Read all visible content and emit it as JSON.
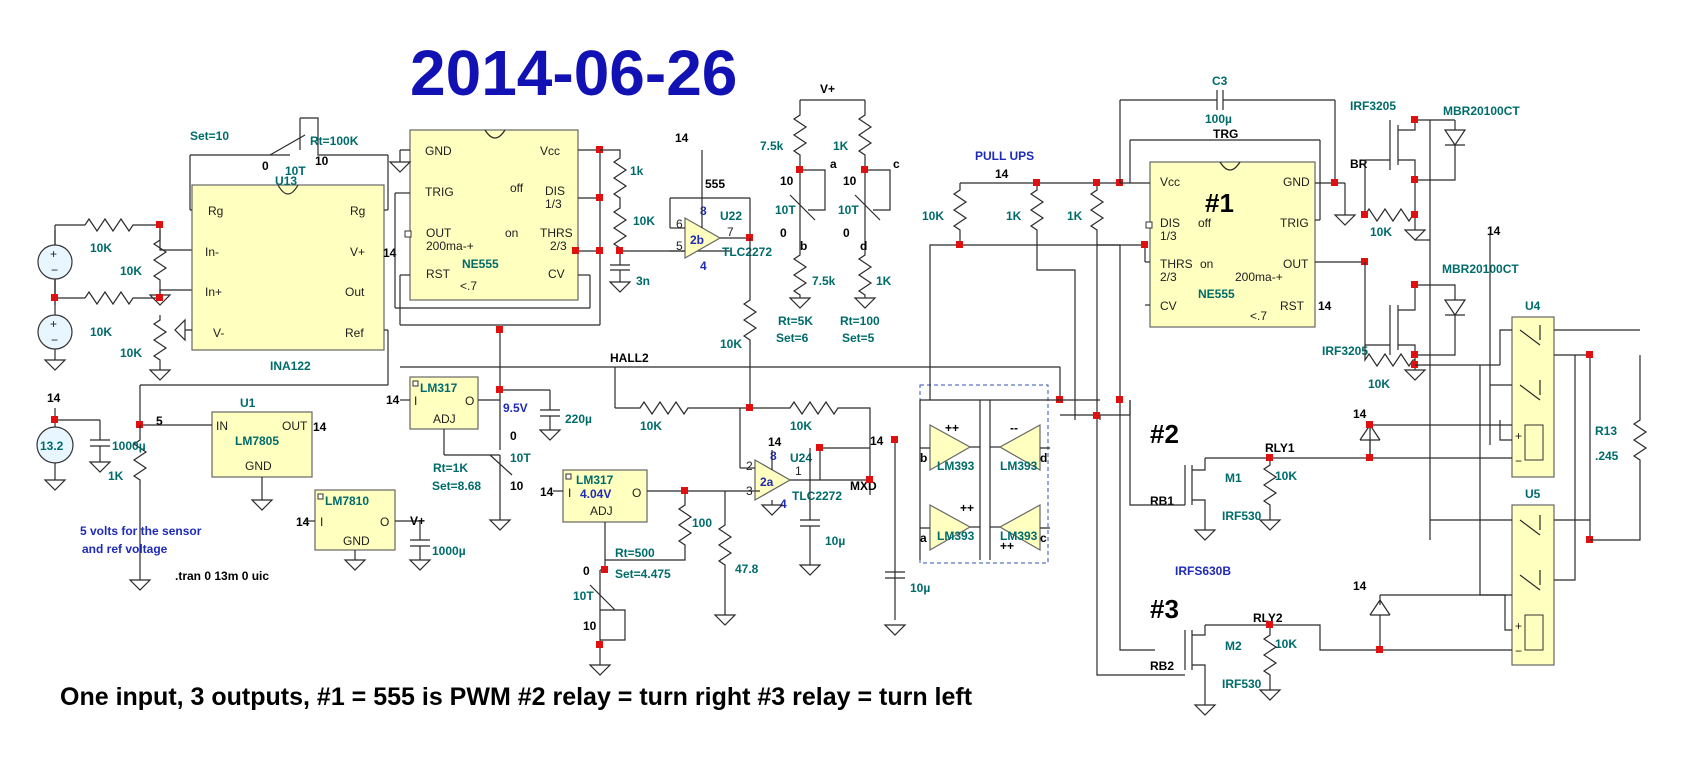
{
  "title_date": "2014-06-26",
  "footer_note": "One input, 3 outputs, #1 = 555 is PWM #2 relay = turn right  #3 relay = turn left",
  "notes": {
    "sensor_note_line1": "5 volts for the sensor",
    "sensor_note_line2": "and ref voltage",
    "sim_directive": ".tran 0 13m 0 uic",
    "pull_ups": "PULL UPS",
    "irfs630b": "IRFS630B"
  },
  "markers": {
    "n1": "#1",
    "n2": "#2",
    "n3": "#3"
  },
  "components": {
    "ina122": {
      "name": "INA122",
      "pins": [
        "Rg",
        "In-",
        "In+",
        "V-",
        "Rg",
        "V+",
        "Out",
        "Ref"
      ],
      "v_plus_net": "14"
    },
    "u13": {
      "name": "U13",
      "set": "Set=10",
      "rt": "Rt=100K",
      "t0": "0",
      "t1": "10T",
      "t2": "10"
    },
    "ne555_a": {
      "name": "NE555",
      "pins": [
        "GND",
        "TRIG",
        "OUT",
        "200ma-+",
        "RST",
        "<.7",
        "Vcc",
        "off",
        "DIS",
        "1/3",
        "on",
        "THRS",
        "2/3",
        "CV"
      ]
    },
    "ne555_b": {
      "name": "NE555",
      "pins": [
        "Vcc",
        "DIS",
        "1/3",
        "off",
        "THRS",
        "on",
        "2/3",
        "CV",
        "GND",
        "TRIG",
        "OUT",
        "200ma-+",
        "RST",
        "<.7",
        "14"
      ]
    },
    "u22": {
      "name": "U22",
      "part": "TLC2272",
      "unit": "2b",
      "p6": "6",
      "p5": "5",
      "p7": "7",
      "p8": "8",
      "p4": "4",
      "net14": "14",
      "net555": "555"
    },
    "u24": {
      "name": "U24",
      "part": "TLC2272",
      "unit": "2a",
      "p2": "2",
      "p3": "3",
      "p1": "1",
      "p8": "8",
      "p4": "4",
      "net14": "14",
      "net_mxd": "MXD"
    },
    "u1": {
      "name": "U1",
      "part": "LM7805",
      "in": "IN",
      "out": "OUT",
      "gnd": "GND",
      "out_net": "14",
      "in_net": "5"
    },
    "lm7810": {
      "name": "LM7810",
      "i": "I",
      "o": "O",
      "gnd": "GND",
      "vplus": "V+",
      "in_net": "14"
    },
    "lm317_a": {
      "name": "LM317",
      "i": "I",
      "o": "O",
      "adj": "ADJ",
      "vout": "9.5V",
      "in_net": "14"
    },
    "lm317_b": {
      "name": "LM317",
      "i": "I",
      "o": "O",
      "adj": "ADJ",
      "vout": "4.04V",
      "in_net": "14"
    },
    "pot_a": {
      "rt": "Rt=1K",
      "set": "Set=8.68",
      "t0": "0",
      "t1": "10T",
      "t2": "10"
    },
    "pot_b": {
      "rt": "Rt=500",
      "set": "Set=4.475",
      "t0": "0",
      "t1": "10T",
      "t2": "10"
    },
    "pot_c": {
      "rt": "Rt=5K",
      "set": "Set=6",
      "t0": "0",
      "t1": "10T",
      "t2": "10",
      "top": "7.5k",
      "bot": "7.5k",
      "node": "a",
      "node2": "b"
    },
    "pot_d": {
      "rt": "Rt=100",
      "set": "Set=5",
      "t0": "0",
      "t1": "10T",
      "t2": "10",
      "top": "1K",
      "bot": "1K",
      "node": "c",
      "node2": "d"
    },
    "comparators": {
      "part": "LM393",
      "labels": [
        "b",
        "a",
        "c",
        "d",
        "++",
        "--"
      ]
    },
    "c3": {
      "name": "C3",
      "value": "100µ",
      "net": "TRG"
    },
    "q_top": {
      "part": "IRF3205",
      "diode": "MBR20100CT",
      "net": "BR"
    },
    "q_bot": {
      "part": "IRF3205",
      "diode": "MBR20100CT"
    },
    "m1": {
      "name": "M1",
      "part": "IRF530",
      "gate_net": "RB1",
      "drain_net": "RLY1",
      "pull": "10K"
    },
    "m2": {
      "name": "M2",
      "part": "IRF530",
      "gate_net": "RB2",
      "drain_net": "RLY2",
      "pull": "10K"
    },
    "u4": {
      "name": "U4"
    },
    "u5": {
      "name": "U5"
    },
    "r13": {
      "name": "R13",
      "value": ".245"
    },
    "sources": {
      "v13": "13.2",
      "pwr": "14"
    },
    "nets": {
      "hall2": "HALL2",
      "vplus": "V+",
      "n14": "14"
    }
  },
  "values": {
    "r10k": "10K",
    "r1k": "1k",
    "r1K": "1K",
    "r100": "100",
    "r47": "47.8",
    "c3n": "3n",
    "c220": "220µ",
    "c1000": "1000µ",
    "c10": "10µ"
  }
}
